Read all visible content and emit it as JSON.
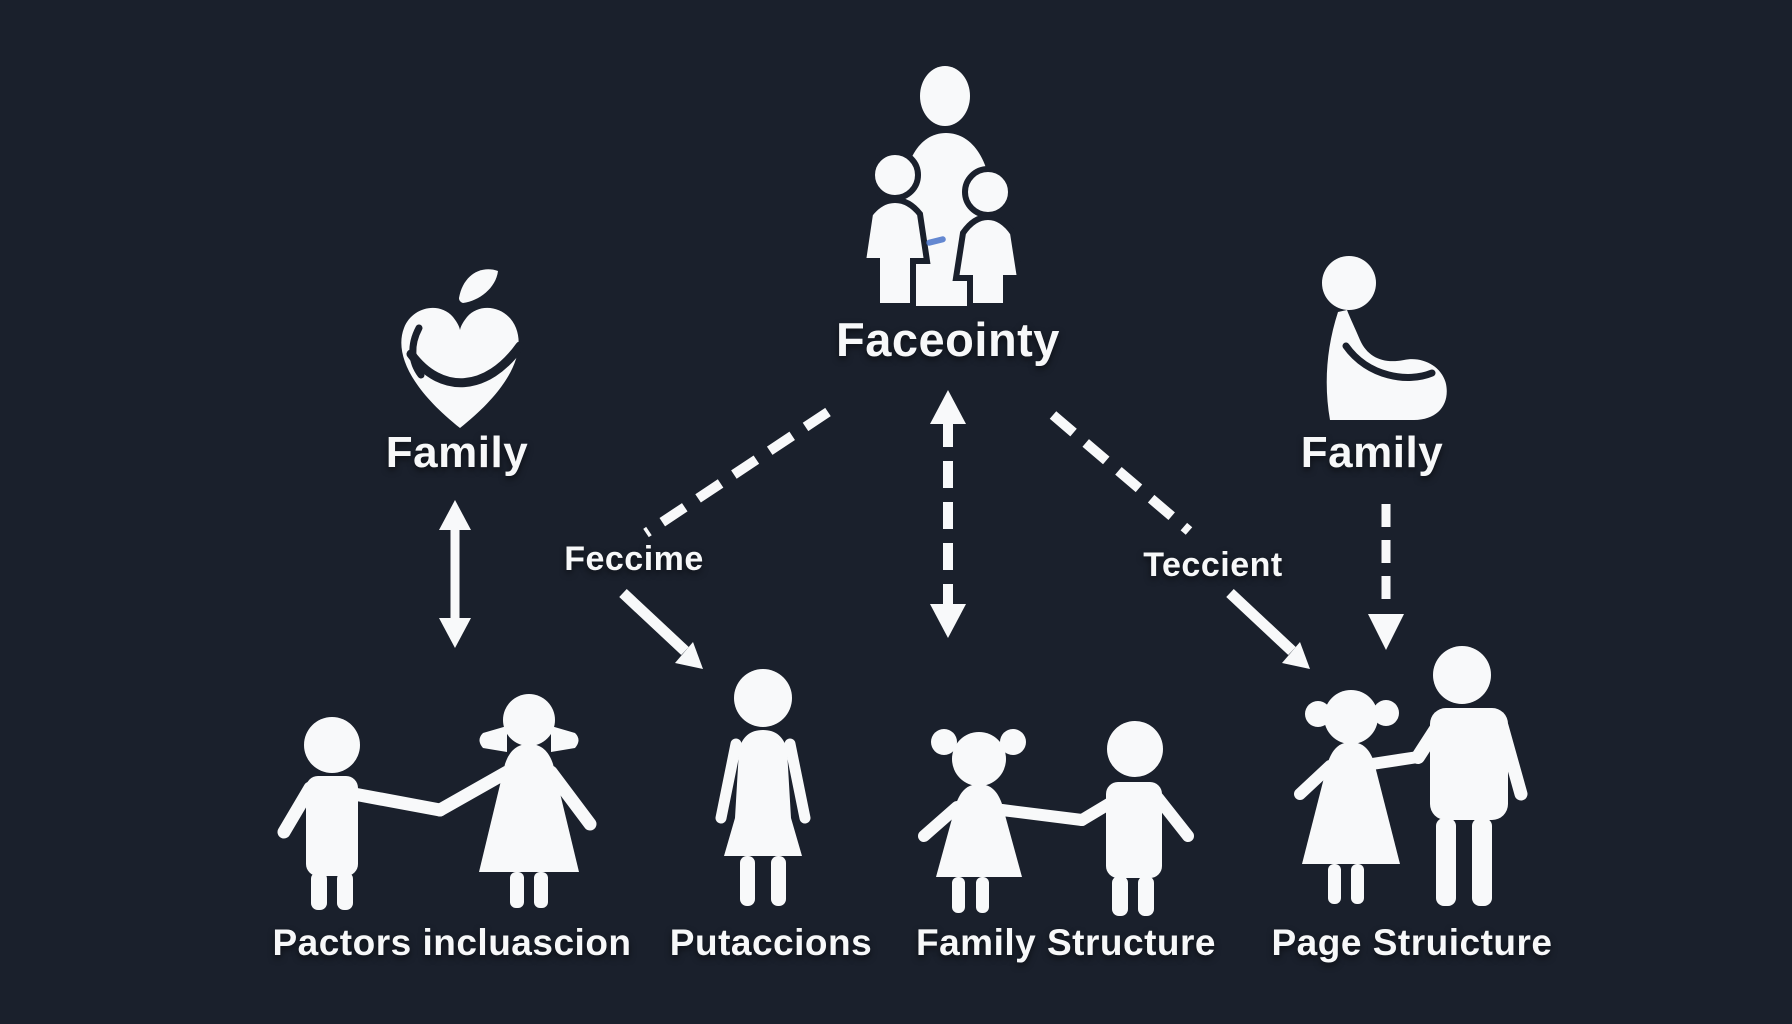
{
  "diagram": {
    "background_color": "#1a202c",
    "foreground_color": "#f8f9fa",
    "accent_speck_color": "#4a74c9",
    "top_node": {
      "label": "Faceointy",
      "icon": "family-group"
    },
    "left_node": {
      "label": "Family",
      "icon": "heart-apple"
    },
    "right_node": {
      "label": "Family",
      "icon": "sitting-person"
    },
    "edge_labels": {
      "left_diagonal": "Feccime",
      "right_diagonal": "Teccient"
    },
    "bottom_nodes": [
      {
        "label": "Pactors incluascion",
        "icon": "boy-and-girl-holding-hands"
      },
      {
        "label": "Putaccions",
        "icon": "woman-figure"
      },
      {
        "label": "Family Structure",
        "icon": "girl-and-boy-holding-hands"
      },
      {
        "label": "Page Struicture",
        "icon": "girl-and-adult-holding-hands"
      }
    ]
  }
}
